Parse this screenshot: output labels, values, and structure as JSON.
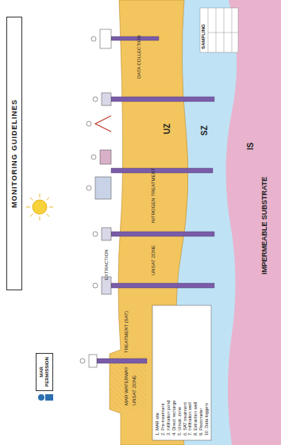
{
  "diagram": {
    "title": "MONITORING GUIDELINES",
    "nodes": [
      {
        "text": [
          "MAR PERMISSION"
        ]
      },
      {
        "text": [
          "UZ"
        ]
      },
      {
        "text": [
          "SZ"
        ]
      },
      {
        "text": [
          "IS",
          "IMPERMEABLE SUBSTRATE"
        ]
      }
    ],
    "labels": [
      "EXTRACTION",
      "UNSAT ZONE",
      "NITROGEN TREATMENT",
      "TREATMENT (SAT)",
      "DATA COLLECTION",
      "MAR WATERWAY",
      "UNSAT ZONE",
      "1. MAR site",
      "2. Pre-treatment",
      "3. Infiltration pond",
      "4. Direct recharge",
      "5. Unsat. zone",
      "6. SAT treatment",
      "7. Infiltration well",
      "8. Extraction well",
      "9. Piezometer",
      "10. Data loggers",
      "SAMPLING"
    ]
  }
}
